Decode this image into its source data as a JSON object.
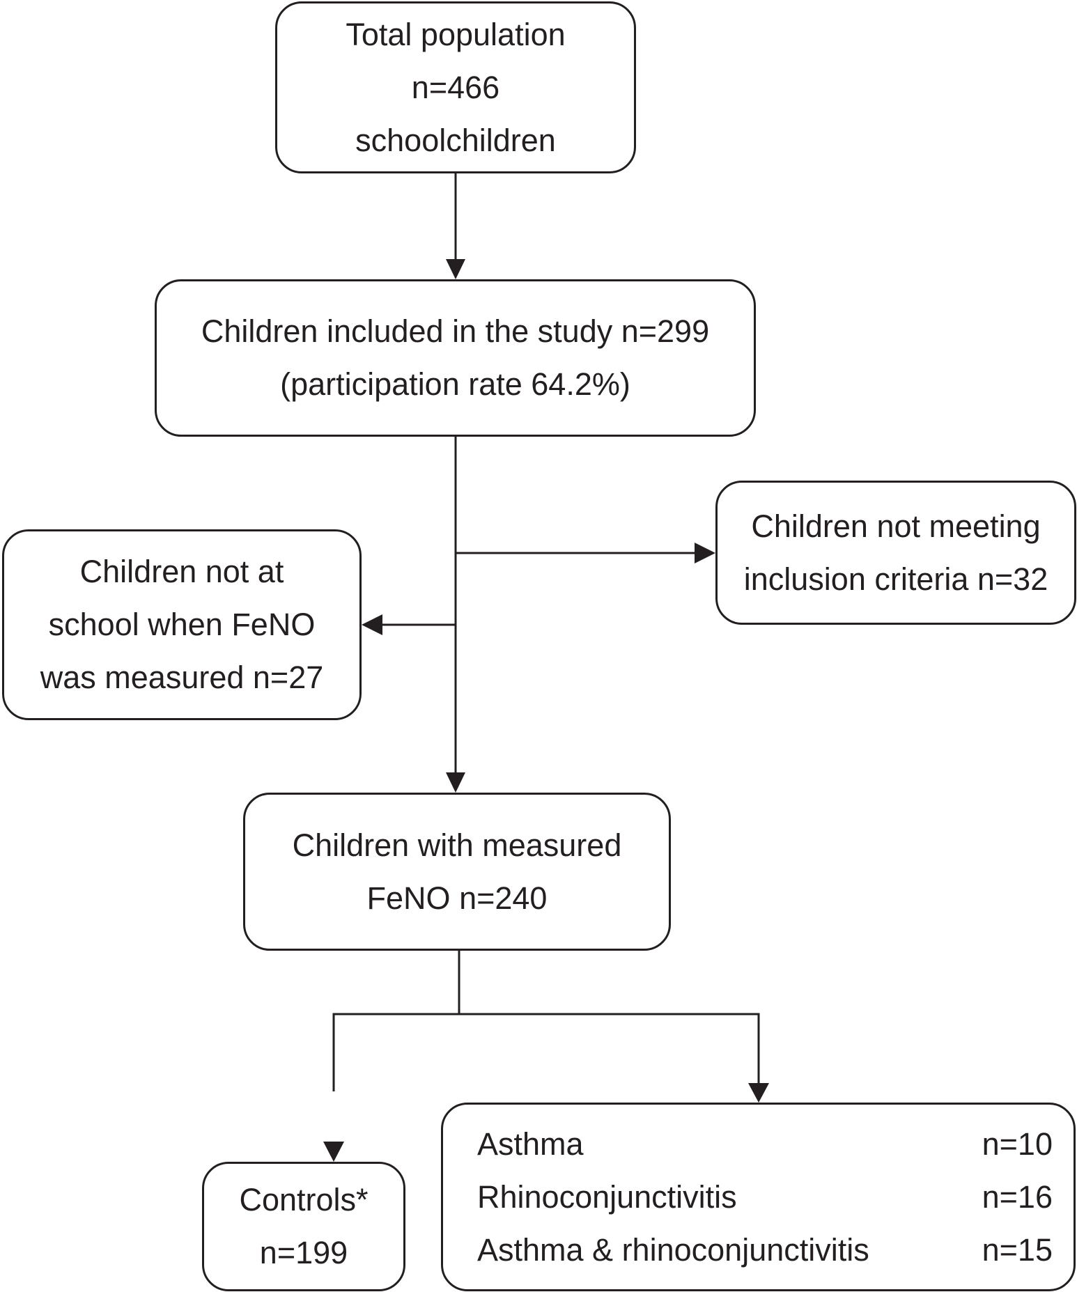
{
  "flowchart": {
    "total": {
      "lines": [
        "Total population",
        "n=466",
        "schoolchildren"
      ]
    },
    "included": {
      "lines": [
        "Children included in the study n=299",
        "(participation rate 64.2%)"
      ]
    },
    "not_meeting": {
      "lines": [
        "Children not meeting",
        "inclusion criteria n=32"
      ]
    },
    "not_at_school": {
      "lines": [
        "Children not at",
        "school when FeNO",
        "was measured n=27"
      ]
    },
    "measured": {
      "lines": [
        "Children with measured",
        "FeNO n=240"
      ]
    },
    "controls": {
      "lines": [
        "Controls*",
        "n=199"
      ]
    },
    "groups": [
      {
        "label": "Asthma",
        "count": "n=10"
      },
      {
        "label": "Rhinoconjunctivitis",
        "count": "n=16"
      },
      {
        "label": "Asthma & rhinoconjunctivitis",
        "count": "n=15"
      }
    ]
  },
  "colors": {
    "stroke": "#231f20",
    "background": "#ffffff"
  }
}
